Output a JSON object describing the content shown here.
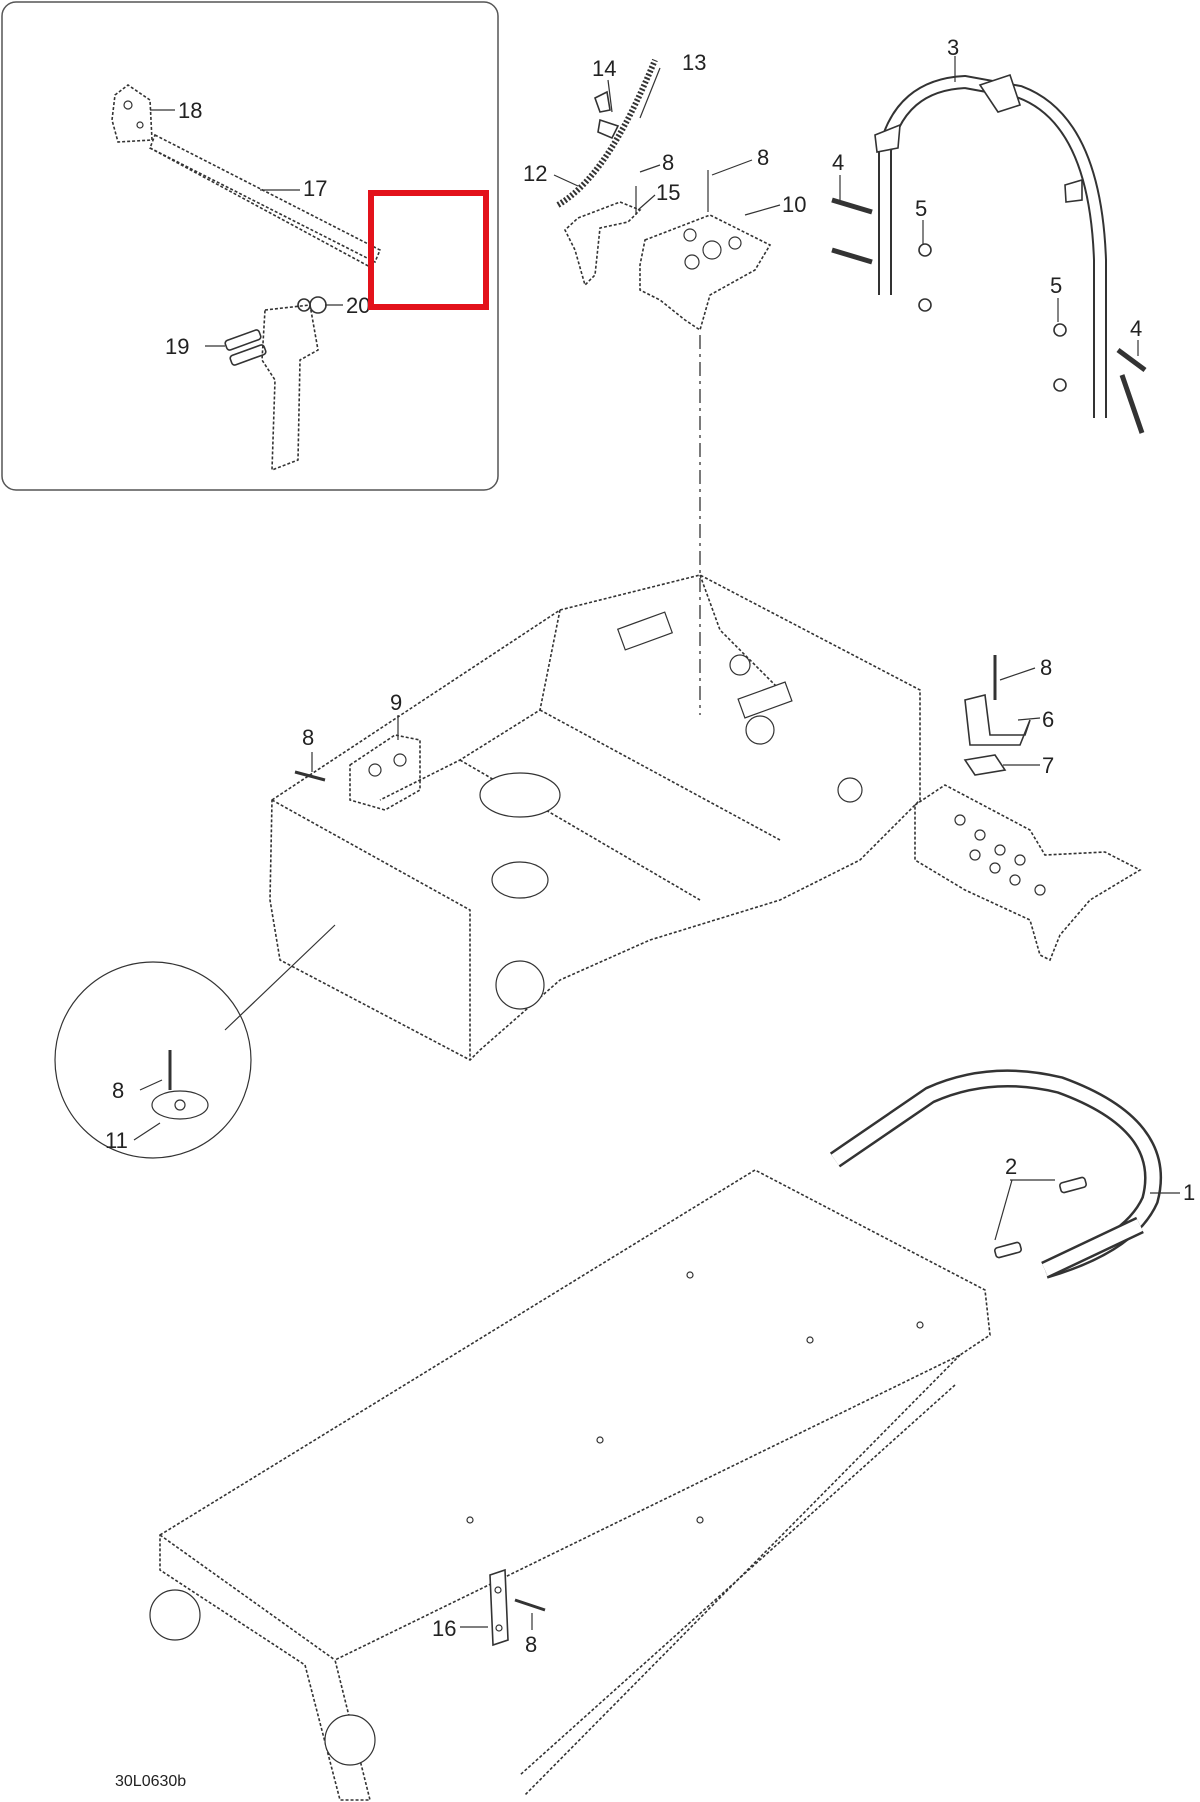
{
  "drawing_code": "30L0630b",
  "callouts": {
    "c1": "1",
    "c2": "2",
    "c3": "3",
    "c4a": "4",
    "c4b": "4",
    "c5a": "5",
    "c5b": "5",
    "c6": "6",
    "c7": "7",
    "c8a": "8",
    "c8b": "8",
    "c8c": "8",
    "c8d": "8",
    "c8e": "8",
    "c8f": "8",
    "c9": "9",
    "c10": "10",
    "c11": "11",
    "c12": "12",
    "c13": "13",
    "c14": "14",
    "c15": "15",
    "c16": "16",
    "c17": "17",
    "c18": "18",
    "c19": "19",
    "c20": "20"
  },
  "highlight_color": "#e3121b"
}
